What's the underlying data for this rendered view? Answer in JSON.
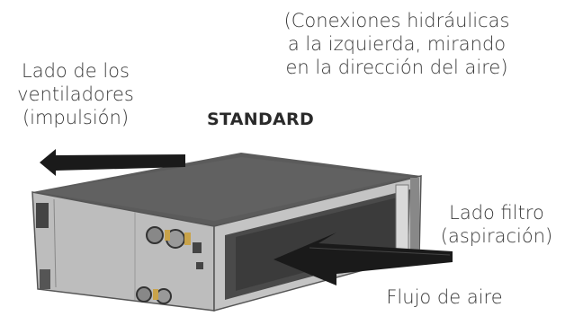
{
  "labels": {
    "connections_note_lines": [
      "(Conexiones hidráulicas",
      "a la izquierda, mirando",
      "en la dirección del aire)"
    ],
    "fan_side_lines": [
      "Lado de los",
      "ventiladores",
      "(impulsión)"
    ],
    "model_title": "STANDARD",
    "filter_side_lines": [
      "Lado filtro",
      "(aspiración)"
    ],
    "airflow": "Flujo de aire"
  },
  "colors": {
    "arrow": "#1a1a1a",
    "casing_top": "#5a5a5a",
    "casing_side": "#b9b9b9",
    "filter_face": "#3d3d3d"
  }
}
